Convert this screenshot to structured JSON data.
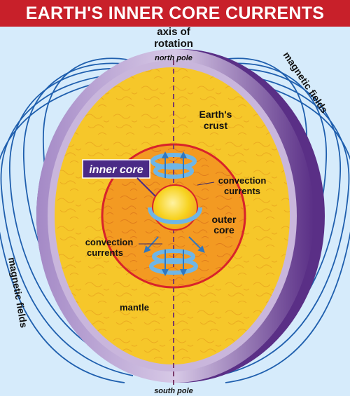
{
  "title": "EARTH'S INNER CORE CURRENTS",
  "labels": {
    "axis_line1": "axis of",
    "axis_line2": "rotation",
    "north_pole": "north pole",
    "south_pole": "south pole",
    "magnetic_fields_right": "magnetic fields",
    "magnetic_fields_left": "magnetic fields",
    "crust_line1": "Earth's",
    "crust_line2": "crust",
    "inner_core": "inner core",
    "convection_right_line1": "convection",
    "convection_right_line2": "currents",
    "outer_line1": "outer",
    "outer_line2": "core",
    "convection_left_line1": "convection",
    "convection_left_line2": "currents",
    "mantle": "mantle"
  },
  "colors": {
    "title_bg": "#c8202a",
    "sky": "#d6ebfb",
    "field_lines": "#1f5fae",
    "crust_rim": "#c9b6dc",
    "crust_shadow": "#5a2f86",
    "mantle": "#f6c72a",
    "outer_core": "#f39a22",
    "outer_core_border": "#d8232a",
    "inner_core": "#f7d21f",
    "arrows": "#6fb6e6",
    "axis": "#7a3a6a",
    "inner_core_box": "#4a2a86"
  }
}
